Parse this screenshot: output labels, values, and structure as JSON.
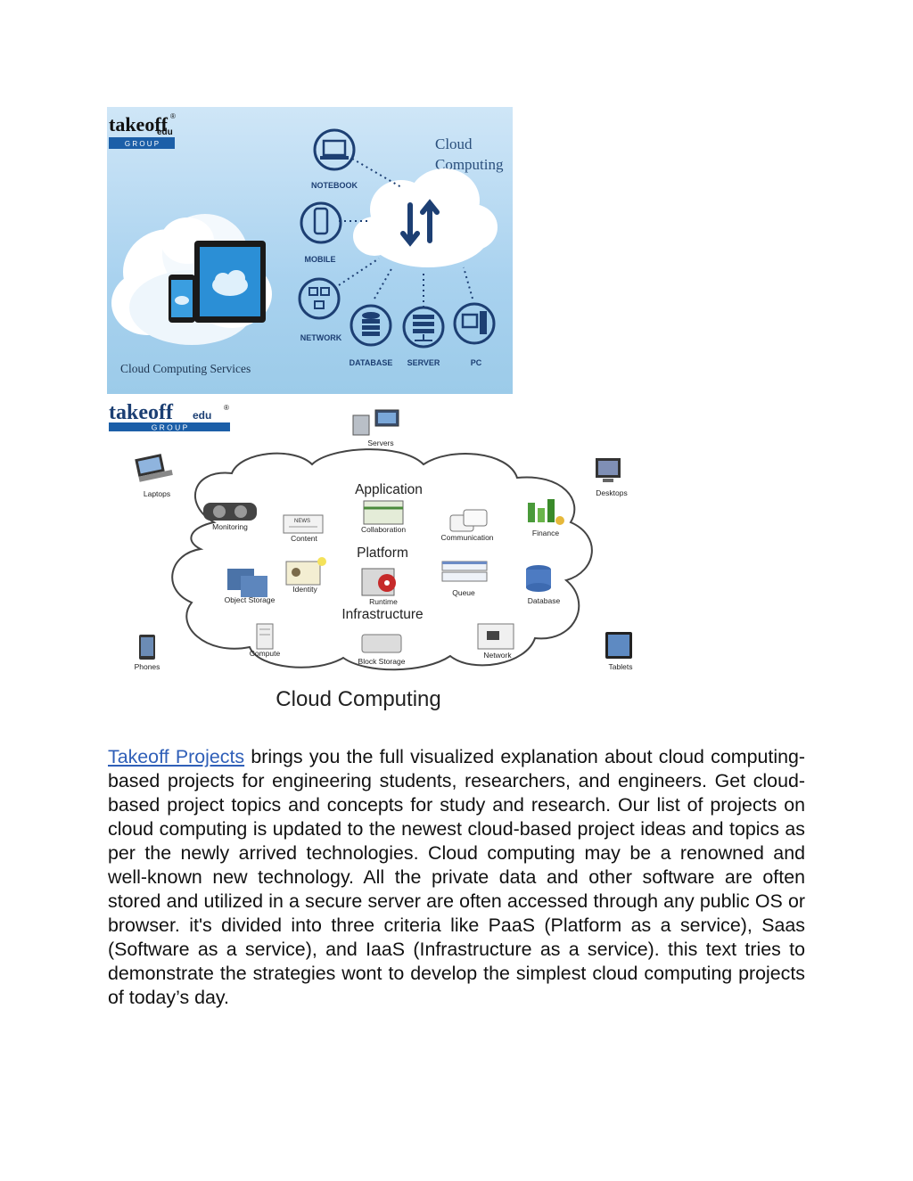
{
  "figure1": {
    "logo_word": "takeoff",
    "logo_suffix": "edu",
    "logo_reg": "®",
    "logo_group": "G R O U P",
    "heading_line1": "Cloud",
    "heading_line2": "Computing",
    "caption": "Cloud Computing Services",
    "devices": [
      {
        "label": "NOTEBOOK"
      },
      {
        "label": "MOBILE"
      },
      {
        "label": "NETWORK"
      },
      {
        "label": "DATABASE"
      },
      {
        "label": "SERVER"
      },
      {
        "label": "PC"
      }
    ]
  },
  "figure2": {
    "logo_word": "takeoff",
    "logo_suffix": "edu",
    "logo_reg": "®",
    "logo_group": "G R O U P",
    "title": "Cloud Computing",
    "layers": {
      "application": "Application",
      "platform": "Platform",
      "infrastructure": "Infrastructure"
    },
    "outer": {
      "servers": "Servers",
      "laptops": "Laptops",
      "desktops": "Desktops",
      "phones": "Phones",
      "tablets": "Tablets"
    },
    "inner": {
      "monitoring": "Monitoring",
      "content": "Content",
      "collaboration": "Collaboration",
      "communication": "Communication",
      "finance": "Finance",
      "identity": "Identity",
      "object_storage": "Object Storage",
      "runtime": "Runtime",
      "queue": "Queue",
      "database": "Database",
      "compute": "Compute",
      "block_storage": "Block Storage",
      "network": "Network"
    },
    "news_badge": "NEWS"
  },
  "body": {
    "link_text": "Takeoff Projects",
    "text": " brings you the full visualized explanation about cloud computing-based projects for engineering students, researchers, and engineers. Get cloud-based project topics and concepts for study and research. Our list of projects on cloud computing is updated to the newest cloud-based project ideas and topics as per the newly arrived technologies. Cloud computing may be a renowned and well-known new technology. All the private data and other software are often stored and utilized in a secure server are often accessed through any public OS or browser. it's divided into three criteria like PaaS (Platform as a service), Saas (Software as a service), and IaaS (Infrastructure as a service). this text tries to demonstrate the strategies wont to develop the simplest cloud computing projects of today’s day."
  },
  "colors": {
    "link": "#2f5fb8",
    "logo_blue": "#1c5fa8",
    "fig1_background": "#a9d2ef",
    "icon_navy": "#1d3f73"
  }
}
